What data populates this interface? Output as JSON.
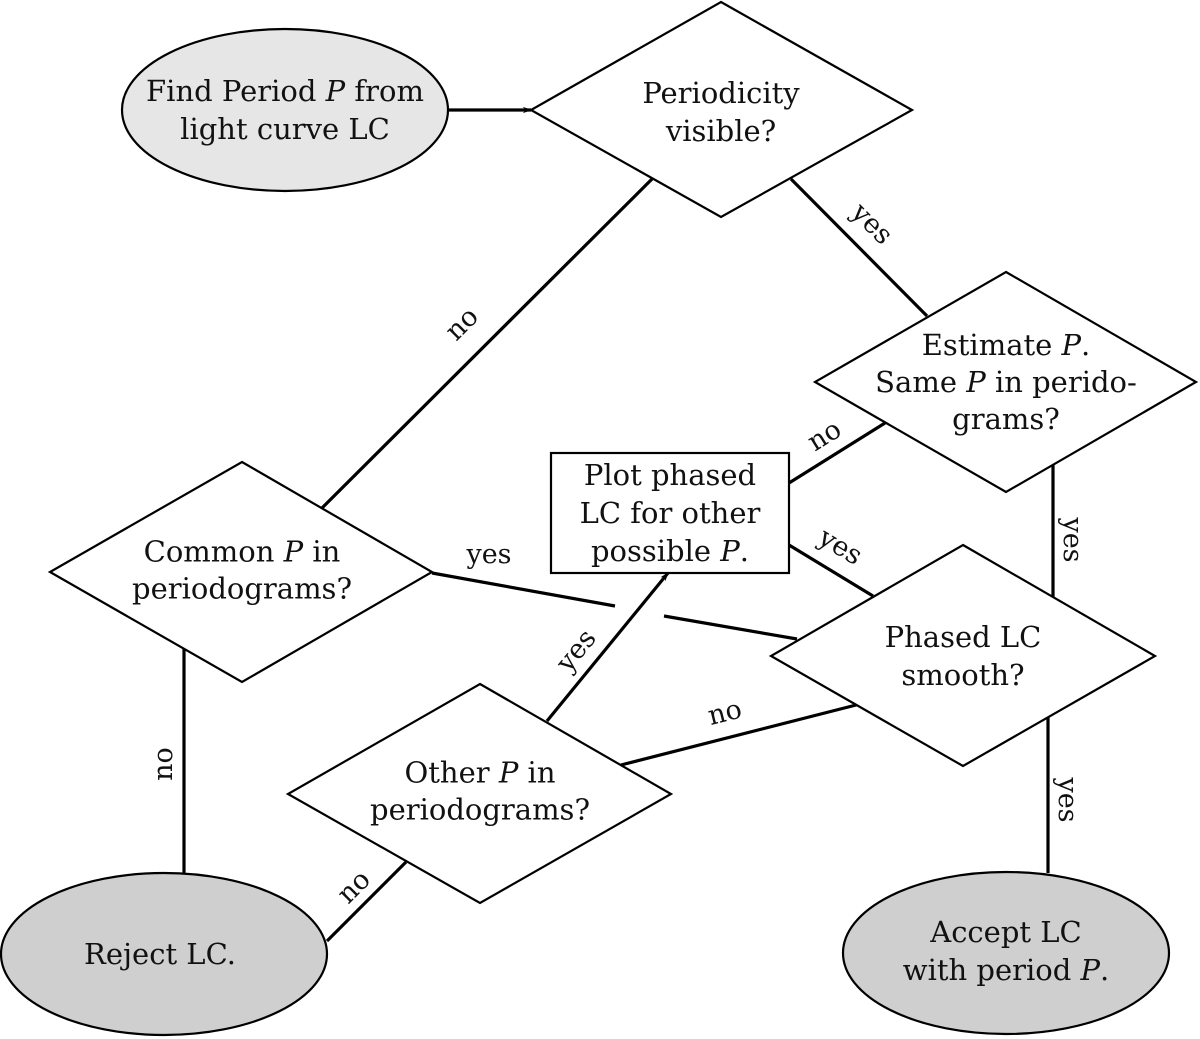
{
  "diagram": {
    "type": "flowchart",
    "colors": {
      "start_fill": "#e6e6e6",
      "terminal_fill": "#cfcfcf",
      "decision_fill": "#ffffff",
      "process_fill": "#ffffff",
      "stroke": "#000000"
    },
    "nodes": {
      "start": {
        "shape": "ellipse",
        "lines": [
          [
            {
              "t": "Find Period "
            },
            {
              "t": "P",
              "i": true
            },
            {
              "t": " from"
            }
          ],
          [
            {
              "t": "light curve LC"
            }
          ]
        ]
      },
      "periodicity": {
        "shape": "diamond",
        "lines": [
          [
            {
              "t": "Periodicity"
            }
          ],
          [
            {
              "t": "visible?"
            }
          ]
        ]
      },
      "estimate": {
        "shape": "diamond",
        "lines": [
          [
            {
              "t": "Estimate "
            },
            {
              "t": "P",
              "i": true
            },
            {
              "t": "."
            }
          ],
          [
            {
              "t": "Same "
            },
            {
              "t": "P",
              "i": true
            },
            {
              "t": " in perido-"
            }
          ],
          [
            {
              "t": "grams?"
            }
          ]
        ]
      },
      "plot_phased": {
        "shape": "rect",
        "lines": [
          [
            {
              "t": "Plot phased"
            }
          ],
          [
            {
              "t": "LC for other"
            }
          ],
          [
            {
              "t": "possible "
            },
            {
              "t": "P",
              "i": true
            },
            {
              "t": "."
            }
          ]
        ]
      },
      "common": {
        "shape": "diamond",
        "lines": [
          [
            {
              "t": "Common "
            },
            {
              "t": "P",
              "i": true
            },
            {
              "t": " in"
            }
          ],
          [
            {
              "t": "periodograms?"
            }
          ]
        ]
      },
      "smooth": {
        "shape": "diamond",
        "lines": [
          [
            {
              "t": "Phased LC"
            }
          ],
          [
            {
              "t": "smooth?"
            }
          ]
        ]
      },
      "other": {
        "shape": "diamond",
        "lines": [
          [
            {
              "t": "Other "
            },
            {
              "t": "P",
              "i": true
            },
            {
              "t": " in"
            }
          ],
          [
            {
              "t": "periodograms?"
            }
          ]
        ]
      },
      "reject": {
        "shape": "ellipse",
        "lines": [
          [
            {
              "t": "Reject LC."
            }
          ]
        ]
      },
      "accept": {
        "shape": "ellipse",
        "lines": [
          [
            {
              "t": "Accept LC"
            }
          ],
          [
            {
              "t": "with period "
            },
            {
              "t": "P",
              "i": true
            },
            {
              "t": "."
            }
          ]
        ]
      }
    },
    "edges": [
      {
        "id": "start-to-periodicity",
        "from": "start",
        "to": "periodicity",
        "label": "",
        "arrow": true
      },
      {
        "id": "periodicity-yes-estimate",
        "from": "periodicity",
        "to": "estimate",
        "label": "yes",
        "arrow": false
      },
      {
        "id": "periodicity-no-common",
        "from": "periodicity",
        "to": "common",
        "label": "no",
        "arrow": false
      },
      {
        "id": "estimate-no-plot",
        "from": "estimate",
        "to": "plot_phased",
        "label": "no",
        "arrow": false
      },
      {
        "id": "estimate-yes-smooth",
        "from": "estimate",
        "to": "smooth",
        "label": "yes",
        "arrow": false
      },
      {
        "id": "plot-yes-smooth",
        "from": "plot_phased",
        "to": "smooth",
        "label": "yes",
        "arrow": false
      },
      {
        "id": "common-yes-smooth",
        "from": "common",
        "to": "smooth",
        "label": "yes",
        "arrow": false
      },
      {
        "id": "common-no-reject",
        "from": "common",
        "to": "reject",
        "label": "no",
        "arrow": false
      },
      {
        "id": "other-yes-plot",
        "from": "other",
        "to": "plot_phased",
        "label": "yes",
        "arrow": true
      },
      {
        "id": "smooth-no-other",
        "from": "smooth",
        "to": "other",
        "label": "no",
        "arrow": false
      },
      {
        "id": "other-no-reject",
        "from": "other",
        "to": "reject",
        "label": "no",
        "arrow": false
      },
      {
        "id": "smooth-yes-accept",
        "from": "smooth",
        "to": "accept",
        "label": "yes",
        "arrow": false
      }
    ]
  }
}
